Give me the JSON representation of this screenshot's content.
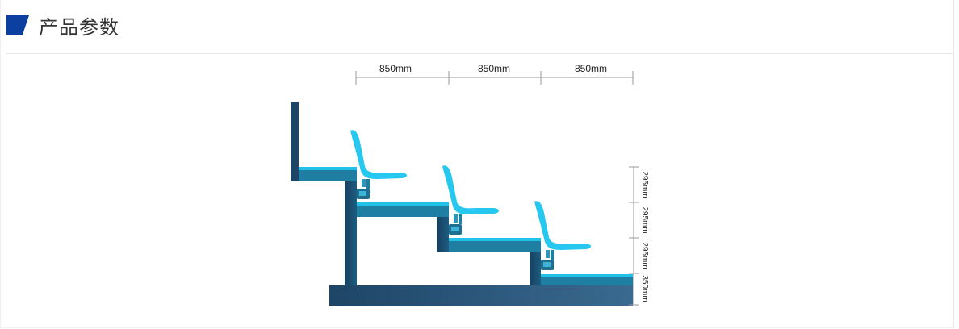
{
  "section": {
    "title": "产品参数",
    "icon": "parallelogram-marker-icon",
    "accent_color": "#0b3fa0"
  },
  "diagram": {
    "horizontal_dimensions": [
      "850mm",
      "850mm",
      "850mm"
    ],
    "vertical_dimensions": [
      "295mm",
      "295mm",
      "295mm",
      "350mm"
    ],
    "colors": {
      "riser_dark": "#1b4868",
      "step_mid": "#1f7fa3",
      "step_top": "#22c2e8",
      "seat": "#27c8ef",
      "seat_light": "#46e0ff",
      "base": "#2a5a80",
      "dimension_line": "#999999"
    }
  }
}
